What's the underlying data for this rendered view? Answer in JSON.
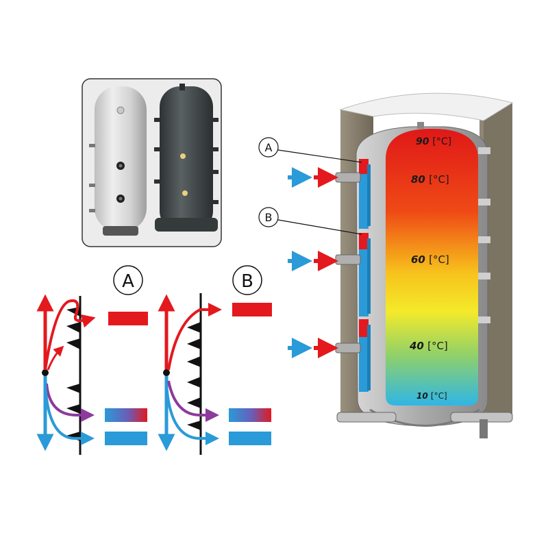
{
  "labels": {
    "a": "A",
    "b": "B"
  },
  "temperatures": [
    {
      "value": "90",
      "unit": "[°C]"
    },
    {
      "value": "80",
      "unit": "[°C]"
    },
    {
      "value": "60",
      "unit": "[°C]"
    },
    {
      "value": "40",
      "unit": "[°C]"
    },
    {
      "value": "10",
      "unit": "[°C]"
    }
  ],
  "colors": {
    "hot": "#e3191e",
    "cold": "#2a9ad8",
    "mixed": "#8c3a9c",
    "insulation": "#8a8170",
    "steel": "#b8b8b8",
    "dark_tank": "#3e4446"
  }
}
